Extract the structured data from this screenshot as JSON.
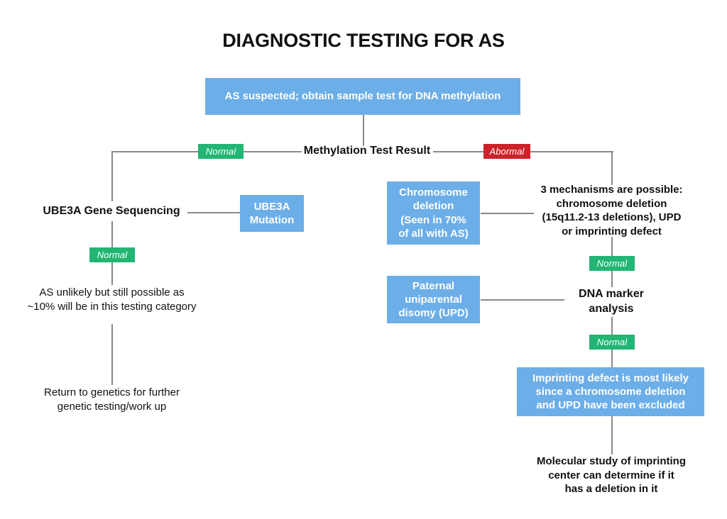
{
  "title": "DIAGNOSTIC TESTING FOR AS",
  "colors": {
    "box_blue": "#6CAEE8",
    "badge_green": "#22B573",
    "badge_red": "#CC2229",
    "line": "#8a8a8a",
    "text": "#111111",
    "background": "#ffffff"
  },
  "nodes": {
    "start": {
      "label": "AS suspected; obtain sample test for DNA methylation"
    },
    "methylation_result": {
      "label": "Methylation Test Result"
    },
    "ube3a_sequencing": {
      "label": "UBE3A Gene Sequencing"
    },
    "ube3a_mutation": {
      "line1": "UBE3A",
      "line2": "Mutation"
    },
    "as_unlikely": {
      "line1": "AS unlikely but still possible as",
      "line2": "~10% will be in this testing category"
    },
    "return_genetics": {
      "line1": "Return to genetics for further",
      "line2": "genetic testing/work up"
    },
    "three_mechanisms": {
      "line1": "3 mechanisms are possible:",
      "line2": "chromosome deletion",
      "line3": "(15q11.2-13 deletions), UPD",
      "line4": "or imprinting defect"
    },
    "chromosome_deletion": {
      "line1": "Chromosome",
      "line2": "deletion",
      "line3": "(Seen in 70%",
      "line4": "of all with AS)"
    },
    "dna_marker_analysis": {
      "line1": "DNA marker",
      "line2": "analysis"
    },
    "paternal_upd": {
      "line1": "Paternal",
      "line2": "uniparental",
      "line3": "disomy (UPD)"
    },
    "imprinting_defect": {
      "line1": "Imprinting defect is most likely",
      "line2": "since a chromosome deletion",
      "line3": "and UPD have been excluded"
    },
    "molecular_study": {
      "line1": "Molecular study of imprinting",
      "line2": "center can determine if it",
      "line3": "has a deletion in it"
    }
  },
  "badges": {
    "methylation_normal": "Normal",
    "methylation_abnormal": "Abormal",
    "ube3a_normal": "Normal",
    "mechanisms_normal": "Normal",
    "dna_marker_normal": "Normal"
  }
}
